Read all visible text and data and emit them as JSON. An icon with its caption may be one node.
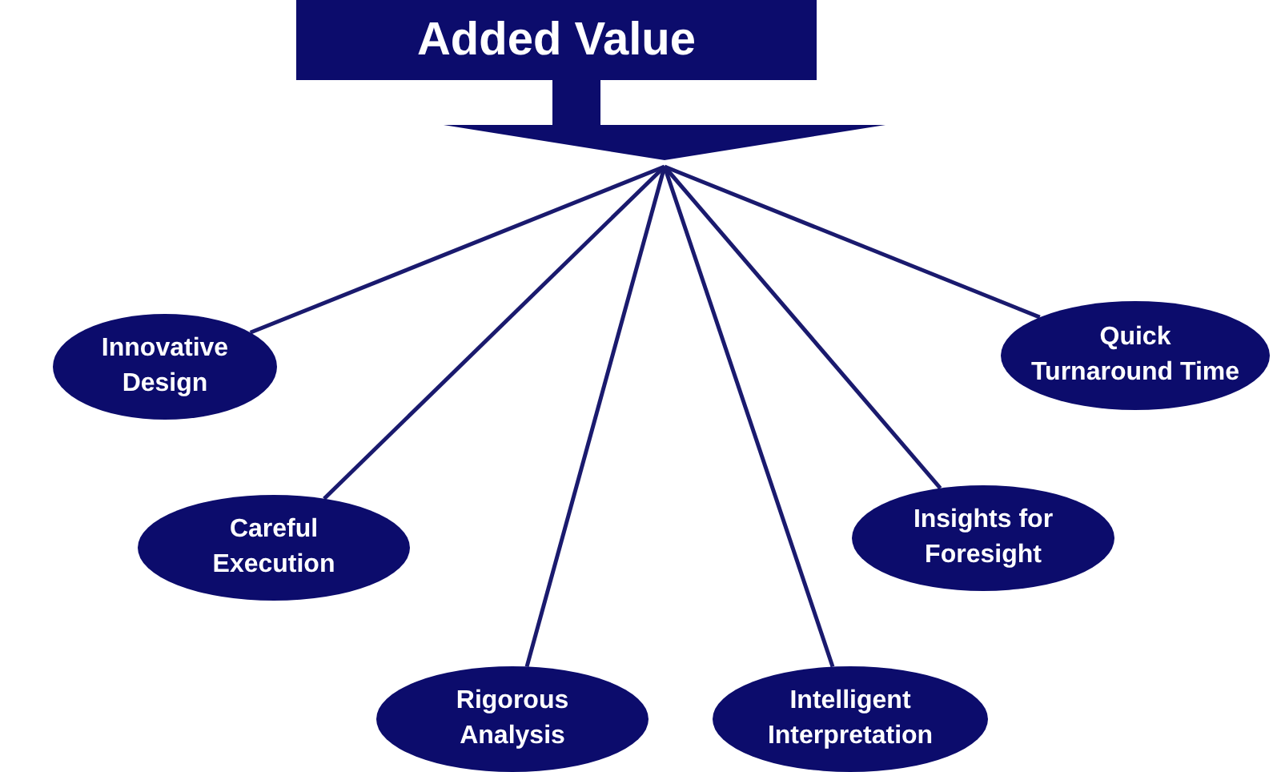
{
  "diagram": {
    "nodes": [
      {
        "text": [
          "Added Value"
        ]
      },
      {
        "text": [
          "Innovative Design"
        ]
      },
      {
        "text": [
          "Careful Execution"
        ]
      },
      {
        "text": [
          "Rigorous Analysis"
        ]
      },
      {
        "text": [
          "Intelligent Interpretation"
        ]
      },
      {
        "text": [
          "Insights for Foresight"
        ]
      },
      {
        "text": [
          "Quick Turnaround Time"
        ]
      }
    ],
    "edges": [
      {
        "from": 0,
        "to": 1,
        "arrow": "none"
      },
      {
        "from": 0,
        "to": 2,
        "arrow": "none"
      },
      {
        "from": 0,
        "to": 3,
        "arrow": "none"
      },
      {
        "from": 0,
        "to": 4,
        "arrow": "none"
      },
      {
        "from": 0,
        "to": 5,
        "arrow": "none"
      },
      {
        "from": 0,
        "to": 6,
        "arrow": "none"
      }
    ]
  }
}
